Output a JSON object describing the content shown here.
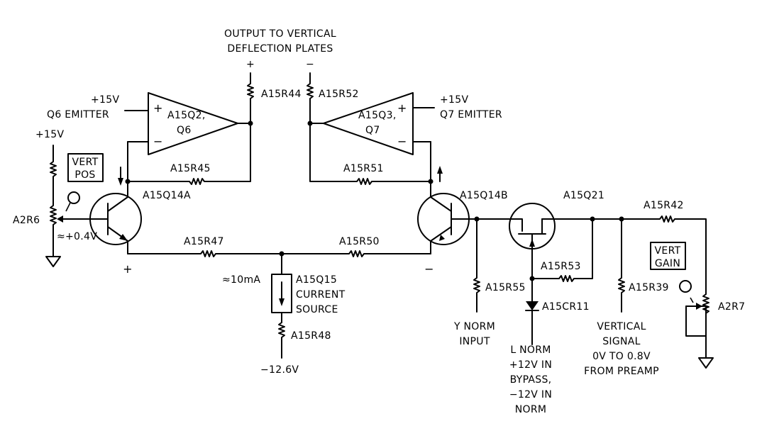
{
  "diagram": {
    "output_title": [
      "OUTPUT TO VERTICAL",
      "DEFLECTION PLATES"
    ],
    "plus_sign": "+",
    "minus_sign": "−",
    "labels": {
      "r44": "A15R44",
      "r52": "A15R52",
      "q6_supply": "+15V",
      "q6_emitter": "Q6 EMITTER",
      "q7_supply": "+15V",
      "q7_emitter": "Q7 EMITTER",
      "amp_q6": [
        "A15Q2,",
        "Q6"
      ],
      "amp_q7": [
        "A15Q3,",
        "Q7"
      ],
      "supply_left": "+15V",
      "vert_pos": [
        "VERT",
        "POS"
      ],
      "r45": "A15R45",
      "r51": "A15R51",
      "q14a": "A15Q14A",
      "q14b": "A15Q14B",
      "r2r6": "A2R6",
      "approx_04": "≈+0.4V",
      "r47": "A15R47",
      "r50": "A15R50",
      "emitter_plus": "+",
      "emitter_minus": "−",
      "current": "≈10mA",
      "q15": [
        "A15Q15",
        "CURRENT",
        "SOURCE"
      ],
      "r48": "A15R48",
      "neg_supply": "−12.6V",
      "q21": "A15Q21",
      "r42": "A15R42",
      "r53": "A15R53",
      "r55": "A15R55",
      "cr11": "A15CR11",
      "r39": "A15R39",
      "y_norm": [
        "Y NORM",
        "INPUT"
      ],
      "l_norm": [
        "L NORM",
        "+12V IN",
        "BYPASS,",
        "−12V IN",
        "NORM"
      ],
      "vertical_signal": [
        "VERTICAL",
        "SIGNAL",
        "0V TO 0.8V",
        "FROM PREAMP"
      ],
      "vert_gain": [
        "VERT",
        "GAIN"
      ],
      "r2r7": "A2R7"
    }
  }
}
